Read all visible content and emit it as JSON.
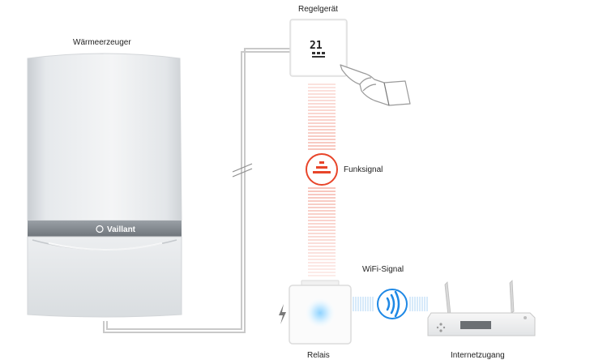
{
  "labels": {
    "heat_generator": "Wärmeerzeuger",
    "controller": "Regelgerät",
    "radio_signal": "Funksignal",
    "wifi_signal": "WiFi-Signal",
    "relay": "Relais",
    "internet": "Internetzugang"
  },
  "boiler": {
    "brand": "Vaillant"
  },
  "thermostat": {
    "display": "21"
  },
  "colors": {
    "signal_orange": "#e8452a",
    "wifi_blue": "#1e88e5",
    "wire": "#c9c9c9",
    "boiler_body": "#e9ecef"
  },
  "icons": {
    "radio": "radio-signal-icon",
    "wifi": "wifi-icon",
    "power": "lightning-icon",
    "hand": "hand-icon"
  }
}
